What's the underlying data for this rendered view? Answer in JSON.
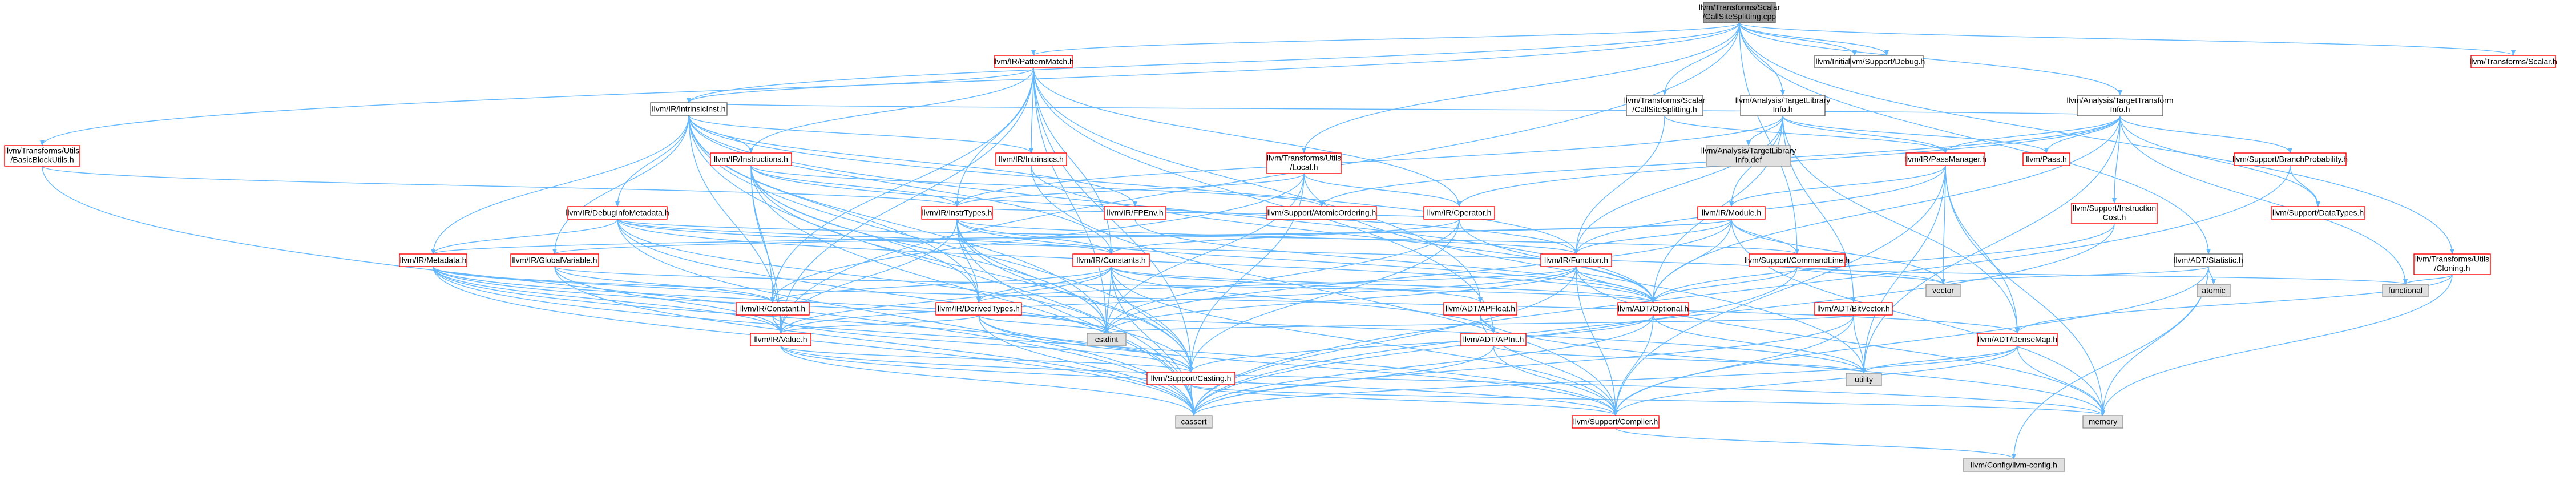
{
  "graph": {
    "title": "llvm/Transforms/Scalar/CallSiteSplitting.cpp include dependency graph",
    "colors": {
      "background": "#ffffff",
      "edge": "#63b8ff",
      "root_fill": "#999999",
      "root_border": "#666666",
      "internal_fill": "#ffffff",
      "internal_border": "#ff0000",
      "external_fill": "#e0e0e0",
      "external_border": "#999999",
      "leaf_fill": "#ffffff",
      "leaf_border": "#666666"
    },
    "nodes": [
      {
        "id": "root",
        "lines": [
          "llvm/Transforms/Scalar",
          "/CallSiteSplitting.cpp"
        ],
        "kind": "root"
      },
      {
        "id": "patternmatch",
        "lines": [
          "llvm/IR/PatternMatch.h"
        ],
        "kind": "internal"
      },
      {
        "id": "initpasses",
        "lines": [
          "llvm/InitializePasses.h"
        ],
        "kind": "leaf"
      },
      {
        "id": "debug",
        "lines": [
          "llvm/Support/Debug.h"
        ],
        "kind": "leaf"
      },
      {
        "id": "scalar",
        "lines": [
          "llvm/Transforms/Scalar.h"
        ],
        "kind": "internal"
      },
      {
        "id": "css_h",
        "lines": [
          "llvm/Transforms/Scalar",
          "/CallSiteSplitting.h"
        ],
        "kind": "leaf"
      },
      {
        "id": "tli",
        "lines": [
          "llvm/Analysis/TargetLibrary",
          "Info.h"
        ],
        "kind": "leaf"
      },
      {
        "id": "tti",
        "lines": [
          "llvm/Analysis/TargetTransform",
          "Info.h"
        ],
        "kind": "leaf"
      },
      {
        "id": "basicblockutils",
        "lines": [
          "llvm/Transforms/Utils",
          "/BasicBlockUtils.h"
        ],
        "kind": "internal"
      },
      {
        "id": "intrinsicinst",
        "lines": [
          "llvm/IR/IntrinsicInst.h"
        ],
        "kind": "leaf"
      },
      {
        "id": "tlidef",
        "lines": [
          "llvm/Analysis/TargetLibrary",
          "Info.def"
        ],
        "kind": "external"
      },
      {
        "id": "statistic",
        "lines": [
          "llvm/ADT/Statistic.h"
        ],
        "kind": "leaf"
      },
      {
        "id": "cloning",
        "lines": [
          "llvm/Transforms/Utils",
          "/Cloning.h"
        ],
        "kind": "internal"
      },
      {
        "id": "instructions",
        "lines": [
          "llvm/IR/Instructions.h"
        ],
        "kind": "internal"
      },
      {
        "id": "intrinsics",
        "lines": [
          "llvm/IR/Intrinsics.h"
        ],
        "kind": "internal"
      },
      {
        "id": "local",
        "lines": [
          "llvm/Transforms/Utils",
          "/Local.h"
        ],
        "kind": "internal"
      },
      {
        "id": "passmanager",
        "lines": [
          "llvm/IR/PassManager.h"
        ],
        "kind": "internal"
      },
      {
        "id": "pass",
        "lines": [
          "llvm/Pass.h"
        ],
        "kind": "internal"
      },
      {
        "id": "branchprob",
        "lines": [
          "llvm/Support/BranchProbability.h"
        ],
        "kind": "internal"
      },
      {
        "id": "debuginfometa",
        "lines": [
          "llvm/IR/DebugInfoMetadata.h"
        ],
        "kind": "internal"
      },
      {
        "id": "instrtypes",
        "lines": [
          "llvm/IR/InstrTypes.h"
        ],
        "kind": "internal"
      },
      {
        "id": "fpenv",
        "lines": [
          "llvm/IR/FPEnv.h"
        ],
        "kind": "internal"
      },
      {
        "id": "atomicordering",
        "lines": [
          "llvm/Support/AtomicOrdering.h"
        ],
        "kind": "internal"
      },
      {
        "id": "irmodule",
        "lines": [
          "llvm/IR/Module.h"
        ],
        "kind": "internal"
      },
      {
        "id": "operator",
        "lines": [
          "llvm/IR/Operator.h"
        ],
        "kind": "internal"
      },
      {
        "id": "instrcost",
        "lines": [
          "llvm/Support/Instruction",
          "Cost.h"
        ],
        "kind": "internal"
      },
      {
        "id": "datatypes",
        "lines": [
          "llvm/Support/DataTypes.h"
        ],
        "kind": "internal"
      },
      {
        "id": "metadata",
        "lines": [
          "llvm/IR/Metadata.h"
        ],
        "kind": "internal"
      },
      {
        "id": "globalvariable",
        "lines": [
          "llvm/IR/GlobalVariable.h"
        ],
        "kind": "internal"
      },
      {
        "id": "constants",
        "lines": [
          "llvm/IR/Constants.h"
        ],
        "kind": "internal"
      },
      {
        "id": "function",
        "lines": [
          "llvm/IR/Function.h"
        ],
        "kind": "internal"
      },
      {
        "id": "commandline",
        "lines": [
          "llvm/Support/CommandLine.h"
        ],
        "kind": "internal"
      },
      {
        "id": "vector",
        "lines": [
          "vector"
        ],
        "kind": "external"
      },
      {
        "id": "atomic",
        "lines": [
          "atomic"
        ],
        "kind": "external"
      },
      {
        "id": "functional",
        "lines": [
          "functional"
        ],
        "kind": "external"
      },
      {
        "id": "constant",
        "lines": [
          "llvm/IR/Constant.h"
        ],
        "kind": "internal"
      },
      {
        "id": "derivedtypes",
        "lines": [
          "llvm/IR/DerivedTypes.h"
        ],
        "kind": "internal"
      },
      {
        "id": "apfloat",
        "lines": [
          "llvm/ADT/APFloat.h"
        ],
        "kind": "internal"
      },
      {
        "id": "optional",
        "lines": [
          "llvm/ADT/Optional.h"
        ],
        "kind": "internal"
      },
      {
        "id": "bitvector",
        "lines": [
          "llvm/ADT/BitVector.h"
        ],
        "kind": "internal"
      },
      {
        "id": "cstdint",
        "lines": [
          "cstdint"
        ],
        "kind": "external"
      },
      {
        "id": "value",
        "lines": [
          "llvm/IR/Value.h"
        ],
        "kind": "internal"
      },
      {
        "id": "apint",
        "lines": [
          "llvm/ADT/APInt.h"
        ],
        "kind": "internal"
      },
      {
        "id": "densemap",
        "lines": [
          "llvm/ADT/DenseMap.h"
        ],
        "kind": "internal"
      },
      {
        "id": "utility",
        "lines": [
          "utility"
        ],
        "kind": "external"
      },
      {
        "id": "casting",
        "lines": [
          "llvm/Support/Casting.h"
        ],
        "kind": "internal"
      },
      {
        "id": "cassert",
        "lines": [
          "cassert"
        ],
        "kind": "external"
      },
      {
        "id": "compiler",
        "lines": [
          "llvm/Support/Compiler.h"
        ],
        "kind": "internal"
      },
      {
        "id": "memory",
        "lines": [
          "memory"
        ],
        "kind": "external"
      },
      {
        "id": "llvmconfig",
        "lines": [
          "llvm/Config/llvm-config.h"
        ],
        "kind": "external"
      }
    ],
    "edges": [
      [
        "root",
        "patternmatch"
      ],
      [
        "root",
        "initpasses"
      ],
      [
        "root",
        "debug"
      ],
      [
        "root",
        "scalar"
      ],
      [
        "root",
        "css_h"
      ],
      [
        "root",
        "tli"
      ],
      [
        "root",
        "tti"
      ],
      [
        "root",
        "basicblockutils"
      ],
      [
        "root",
        "intrinsicinst"
      ],
      [
        "root",
        "statistic"
      ],
      [
        "root",
        "cloning"
      ],
      [
        "root",
        "local"
      ],
      [
        "root",
        "commandline"
      ],
      [
        "root",
        "value"
      ],
      [
        "patternmatch",
        "intrinsicinst"
      ],
      [
        "patternmatch",
        "instructions"
      ],
      [
        "patternmatch",
        "intrinsics"
      ],
      [
        "patternmatch",
        "instrtypes"
      ],
      [
        "patternmatch",
        "operator"
      ],
      [
        "patternmatch",
        "constant"
      ],
      [
        "patternmatch",
        "constants"
      ],
      [
        "patternmatch",
        "apfloat"
      ],
      [
        "patternmatch",
        "apint"
      ],
      [
        "patternmatch",
        "value"
      ],
      [
        "patternmatch",
        "casting"
      ],
      [
        "patternmatch",
        "cstdint"
      ],
      [
        "css_h",
        "passmanager"
      ],
      [
        "css_h",
        "function"
      ],
      [
        "tli",
        "tlidef"
      ],
      [
        "tli",
        "passmanager"
      ],
      [
        "tli",
        "irmodule"
      ],
      [
        "tli",
        "pass"
      ],
      [
        "tli",
        "function"
      ],
      [
        "tli",
        "instrtypes"
      ],
      [
        "tli",
        "bitvector"
      ],
      [
        "tli",
        "densemap"
      ],
      [
        "tli",
        "optional"
      ],
      [
        "tti",
        "passmanager"
      ],
      [
        "tti",
        "pass"
      ],
      [
        "tti",
        "branchprob"
      ],
      [
        "tti",
        "instrcost"
      ],
      [
        "tti",
        "datatypes"
      ],
      [
        "tti",
        "operator"
      ],
      [
        "tti",
        "atomicordering"
      ],
      [
        "tti",
        "functional"
      ],
      [
        "tti",
        "utility"
      ],
      [
        "tti",
        "optional"
      ],
      [
        "tti",
        "intrinsicinst"
      ],
      [
        "basicblockutils",
        "instrtypes"
      ],
      [
        "basicblockutils",
        "cassert"
      ],
      [
        "intrinsicinst",
        "debuginfometa"
      ],
      [
        "intrinsicinst",
        "instructions"
      ],
      [
        "intrinsicinst",
        "intrinsics"
      ],
      [
        "intrinsicinst",
        "metadata"
      ],
      [
        "intrinsicinst",
        "globalvariable"
      ],
      [
        "intrinsicinst",
        "constants"
      ],
      [
        "intrinsicinst",
        "derivedtypes"
      ],
      [
        "intrinsicinst",
        "function"
      ],
      [
        "intrinsicinst",
        "fpenv"
      ],
      [
        "intrinsicinst",
        "value"
      ],
      [
        "intrinsicinst",
        "casting"
      ],
      [
        "intrinsicinst",
        "cassert"
      ],
      [
        "intrinsicinst",
        "cstdint"
      ],
      [
        "intrinsicinst",
        "optional"
      ],
      [
        "statistic",
        "compiler"
      ],
      [
        "statistic",
        "atomic"
      ],
      [
        "statistic",
        "memory"
      ],
      [
        "statistic",
        "vector"
      ],
      [
        "statistic",
        "llvmconfig"
      ],
      [
        "cloning",
        "functional"
      ],
      [
        "cloning",
        "memory"
      ],
      [
        "cloning",
        "densemap"
      ],
      [
        "instructions",
        "instrtypes"
      ],
      [
        "instructions",
        "constant"
      ],
      [
        "instructions",
        "derivedtypes"
      ],
      [
        "instructions",
        "function"
      ],
      [
        "instructions",
        "value"
      ],
      [
        "instructions",
        "cassert"
      ],
      [
        "instructions",
        "cstdint"
      ],
      [
        "instructions",
        "atomicordering"
      ],
      [
        "instructions",
        "casting"
      ],
      [
        "intrinsics",
        "optional"
      ],
      [
        "intrinsics",
        "compiler"
      ],
      [
        "local",
        "instrtypes"
      ],
      [
        "local",
        "operator"
      ],
      [
        "local",
        "constant"
      ],
      [
        "local",
        "casting"
      ],
      [
        "local",
        "cstdint"
      ],
      [
        "local",
        "utility"
      ],
      [
        "passmanager",
        "function"
      ],
      [
        "passmanager",
        "irmodule"
      ],
      [
        "passmanager",
        "densemap"
      ],
      [
        "passmanager",
        "compiler"
      ],
      [
        "passmanager",
        "vector"
      ],
      [
        "passmanager",
        "memory"
      ],
      [
        "passmanager",
        "utility"
      ],
      [
        "branchprob",
        "datatypes"
      ],
      [
        "branchprob",
        "cassert"
      ],
      [
        "debuginfometa",
        "metadata"
      ],
      [
        "debuginfometa",
        "constants"
      ],
      [
        "debuginfometa",
        "optional"
      ],
      [
        "debuginfometa",
        "casting"
      ],
      [
        "debuginfometa",
        "cassert"
      ],
      [
        "debuginfometa",
        "cstdint"
      ],
      [
        "debuginfometa",
        "commandline"
      ],
      [
        "debuginfometa",
        "vector"
      ],
      [
        "instrtypes",
        "constants"
      ],
      [
        "instrtypes",
        "derivedtypes"
      ],
      [
        "instrtypes",
        "function"
      ],
      [
        "instrtypes",
        "value"
      ],
      [
        "instrtypes",
        "optional"
      ],
      [
        "instrtypes",
        "casting"
      ],
      [
        "instrtypes",
        "cassert"
      ],
      [
        "instrtypes",
        "cstdint"
      ],
      [
        "fpenv",
        "optional"
      ],
      [
        "irmodule",
        "function"
      ],
      [
        "irmodule",
        "globalvariable"
      ],
      [
        "irmodule",
        "metadata"
      ],
      [
        "irmodule",
        "commandline"
      ],
      [
        "irmodule",
        "optional"
      ],
      [
        "irmodule",
        "cstdint"
      ],
      [
        "irmodule",
        "vector"
      ],
      [
        "irmodule",
        "memory"
      ],
      [
        "operator",
        "constants"
      ],
      [
        "operator",
        "instrtypes"
      ],
      [
        "operator",
        "casting"
      ],
      [
        "operator",
        "cstdint"
      ],
      [
        "operator",
        "optional"
      ],
      [
        "instrcost",
        "optional"
      ],
      [
        "instrcost",
        "cassert"
      ],
      [
        "metadata",
        "constant"
      ],
      [
        "metadata",
        "value"
      ],
      [
        "metadata",
        "casting"
      ],
      [
        "metadata",
        "cassert"
      ],
      [
        "metadata",
        "cstdint"
      ],
      [
        "metadata",
        "compiler"
      ],
      [
        "metadata",
        "densemap"
      ],
      [
        "metadata",
        "utility"
      ],
      [
        "globalvariable",
        "constant"
      ],
      [
        "globalvariable",
        "value"
      ],
      [
        "globalvariable",
        "cassert"
      ],
      [
        "globalvariable",
        "optional"
      ],
      [
        "constants",
        "constant"
      ],
      [
        "constants",
        "derivedtypes"
      ],
      [
        "constants",
        "apfloat"
      ],
      [
        "constants",
        "apint"
      ],
      [
        "constants",
        "optional"
      ],
      [
        "constants",
        "value"
      ],
      [
        "constants",
        "casting"
      ],
      [
        "constants",
        "compiler"
      ],
      [
        "constants",
        "cassert"
      ],
      [
        "constants",
        "cstdint"
      ],
      [
        "function",
        "optional"
      ],
      [
        "function",
        "derivedtypes"
      ],
      [
        "function",
        "value"
      ],
      [
        "function",
        "compiler"
      ],
      [
        "function",
        "cassert"
      ],
      [
        "function",
        "cstdint"
      ],
      [
        "function",
        "memory"
      ],
      [
        "commandline",
        "optional"
      ],
      [
        "commandline",
        "functional"
      ],
      [
        "commandline",
        "vector"
      ],
      [
        "commandline",
        "cassert"
      ],
      [
        "constant",
        "value"
      ],
      [
        "constant",
        "casting"
      ],
      [
        "derivedtypes",
        "value"
      ],
      [
        "derivedtypes",
        "casting"
      ],
      [
        "derivedtypes",
        "compiler"
      ],
      [
        "derivedtypes",
        "cassert"
      ],
      [
        "derivedtypes",
        "cstdint"
      ],
      [
        "apfloat",
        "apint"
      ],
      [
        "apfloat",
        "compiler"
      ],
      [
        "apfloat",
        "memory"
      ],
      [
        "optional",
        "compiler"
      ],
      [
        "optional",
        "casting"
      ],
      [
        "optional",
        "utility"
      ],
      [
        "optional",
        "cassert"
      ],
      [
        "bitvector",
        "compiler"
      ],
      [
        "bitvector",
        "cassert"
      ],
      [
        "bitvector",
        "utility"
      ],
      [
        "bitvector",
        "cstdint"
      ],
      [
        "value",
        "casting"
      ],
      [
        "value",
        "compiler"
      ],
      [
        "value",
        "cassert"
      ],
      [
        "value",
        "memory"
      ],
      [
        "apint",
        "compiler"
      ],
      [
        "apint",
        "cassert"
      ],
      [
        "apint",
        "utility"
      ],
      [
        "densemap",
        "compiler"
      ],
      [
        "densemap",
        "utility"
      ],
      [
        "densemap",
        "cassert"
      ],
      [
        "densemap",
        "memory"
      ],
      [
        "casting",
        "compiler"
      ],
      [
        "casting",
        "cassert"
      ],
      [
        "casting",
        "memory"
      ],
      [
        "compiler",
        "llvmconfig"
      ]
    ]
  }
}
